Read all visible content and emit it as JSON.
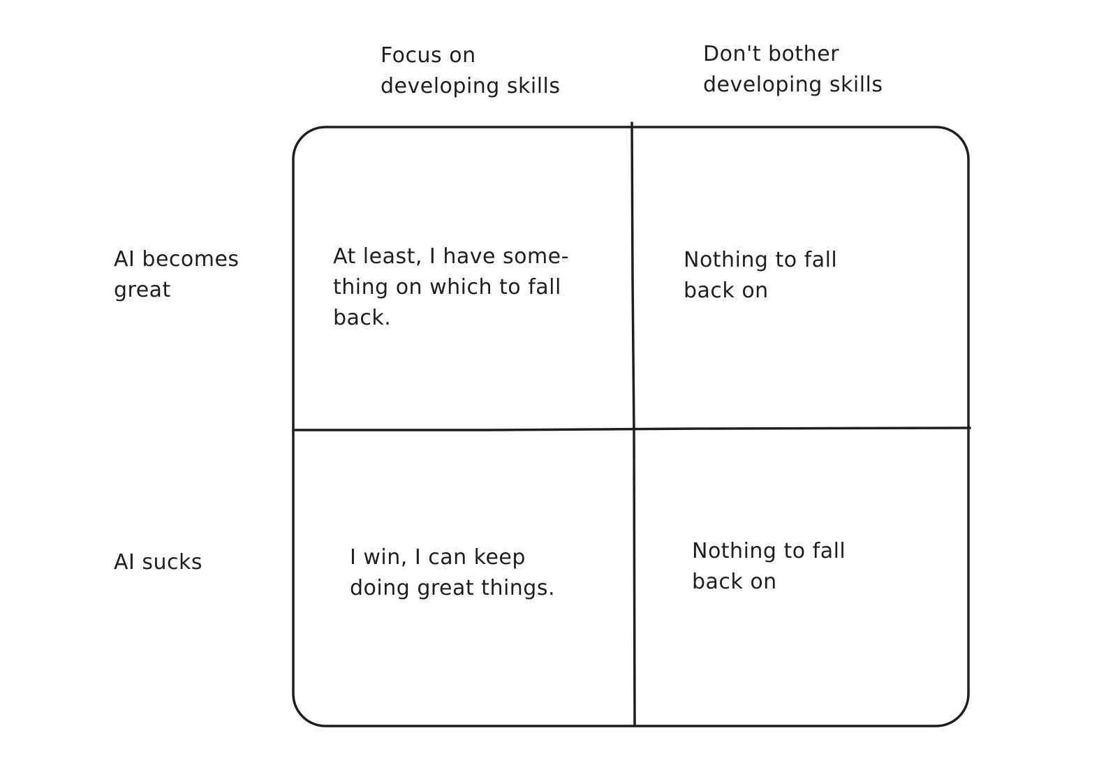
{
  "columns": [
    {
      "lines": [
        "Focus on",
        "developing skills"
      ]
    },
    {
      "lines": [
        "Don't bother",
        "developing skills"
      ]
    }
  ],
  "rows": [
    {
      "lines": [
        "AI becomes",
        "great"
      ]
    },
    {
      "lines": [
        "AI sucks"
      ]
    }
  ],
  "cells": [
    {
      "lines": [
        "At least, I have some-",
        "thing on  which to fall",
        "back."
      ]
    },
    {
      "lines": [
        "Nothing to fall",
        "back on"
      ]
    },
    {
      "lines": [
        "I win, I can keep",
        "doing great things."
      ]
    },
    {
      "lines": [
        "Nothing to fall",
        "back on"
      ]
    }
  ],
  "colors": {
    "stroke": "#1e1e1e",
    "text": "#1e1e1e",
    "background": "#ffffff"
  }
}
